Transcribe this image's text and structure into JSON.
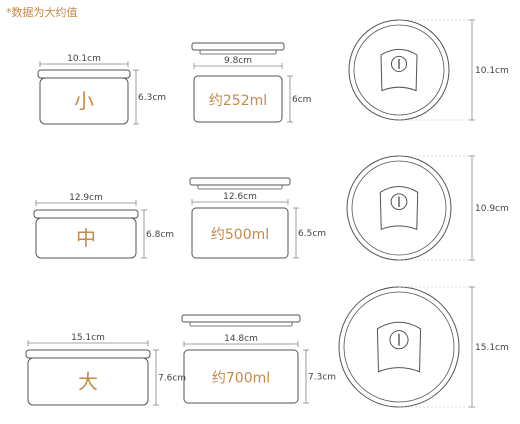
{
  "note": {
    "star": "*",
    "text": "数据为大约值"
  },
  "colors": {
    "accent": "#c48a4a",
    "stroke": "#555555",
    "dim": "#888888",
    "text": "#444444"
  },
  "rows": [
    {
      "size_label": "小",
      "capacity": "约252ml",
      "front_width": "10.1cm",
      "front_height": "6.3cm",
      "open_width": "9.8cm",
      "open_height": "6cm",
      "top_diameter": "10.1cm"
    },
    {
      "size_label": "中",
      "capacity": "约500ml",
      "front_width": "12.9cm",
      "front_height": "6.8cm",
      "open_width": "12.6cm",
      "open_height": "6.5cm",
      "top_diameter": "10.9cm"
    },
    {
      "size_label": "大",
      "capacity": "约700ml",
      "front_width": "15.1cm",
      "front_height": "7.6cm",
      "open_width": "14.8cm",
      "open_height": "7.3cm",
      "top_diameter": "15.1cm"
    }
  ]
}
